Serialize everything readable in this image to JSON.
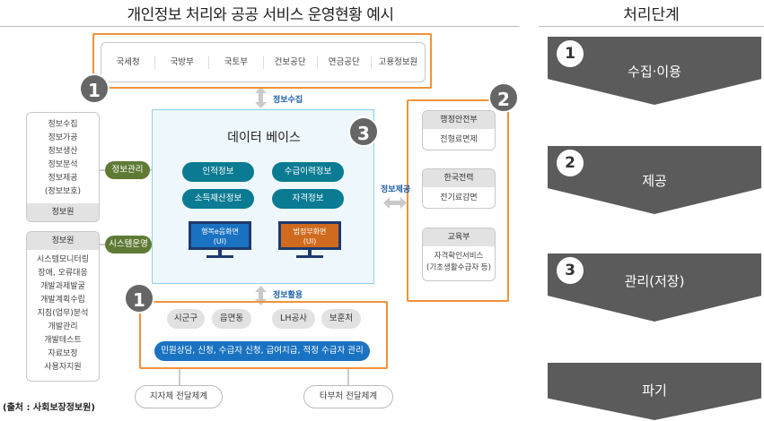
{
  "header": {
    "main_title": "개인정보 처리와 공공 서비스 운영현황 예시",
    "steps_title": "처리단계"
  },
  "top_agencies": [
    "국세청",
    "국방부",
    "국토부",
    "건보공단",
    "연금공단",
    "고용정보원"
  ],
  "badges": {
    "top": "1",
    "bottom": "1",
    "right": "2",
    "db": "3"
  },
  "flows": {
    "collect": "정보수집",
    "provide": "정보제공",
    "use": "정보활용"
  },
  "database": {
    "title": "데이터 베이스",
    "items": [
      "인적정보",
      "수급이력정보",
      "소득재산정보",
      "자격정보"
    ],
    "systems": [
      {
        "line1": "행복e음화면",
        "line2": "(UI)",
        "color": "#1a72c2"
      },
      {
        "line1": "범정부화면",
        "line2": "(UI)",
        "color": "#d06a1e"
      }
    ]
  },
  "left_panel": {
    "info_items": [
      "정보수집",
      "정보가공",
      "정보생산",
      "정보분석",
      "정보제공",
      "(정보보호)"
    ],
    "info_footer": "정보원",
    "sys_header": "정보원",
    "sys_items": [
      "시스템모니터링",
      "장애, 오류대응",
      "개발과제발굴",
      "개발계획수립",
      "지침(업무)분석",
      "개발관리",
      "개발테스트",
      "자료보정",
      "사용자지원"
    ],
    "manage_label": "정보관리",
    "operate_label": "시스템운영"
  },
  "right_panel": [
    {
      "header": "행정안전부",
      "body": [
        "전형료면제"
      ]
    },
    {
      "header": "한국전력",
      "body": [
        "전기료감면"
      ]
    },
    {
      "header": "교육부",
      "body": [
        "자격확인서비스",
        "(기초생활수급자 등)"
      ]
    }
  ],
  "bottom_panel": {
    "offices": [
      "시군구",
      "읍면동",
      "LH공사",
      "보훈처"
    ],
    "service": "민원상담, 신청, 수급자 신청, 급여지급, 적정 수급자 관리",
    "channels": [
      "지자체 전달체계",
      "타부처 전달체계"
    ]
  },
  "stages": [
    {
      "num": "1",
      "label": "수집·이용"
    },
    {
      "num": "2",
      "label": "제공"
    },
    {
      "num": "3",
      "label": "관리(저장)"
    },
    {
      "num": "",
      "label": "파기"
    }
  ],
  "source": "(출처 : 사회보장정보원)",
  "colors": {
    "accent_orange": "#f0923a",
    "teal": "#0a7b93",
    "olive": "#5e7a35",
    "blue": "#1a72c2",
    "badge_grey": "#666666",
    "stage_grey": "#5b5b5b"
  }
}
